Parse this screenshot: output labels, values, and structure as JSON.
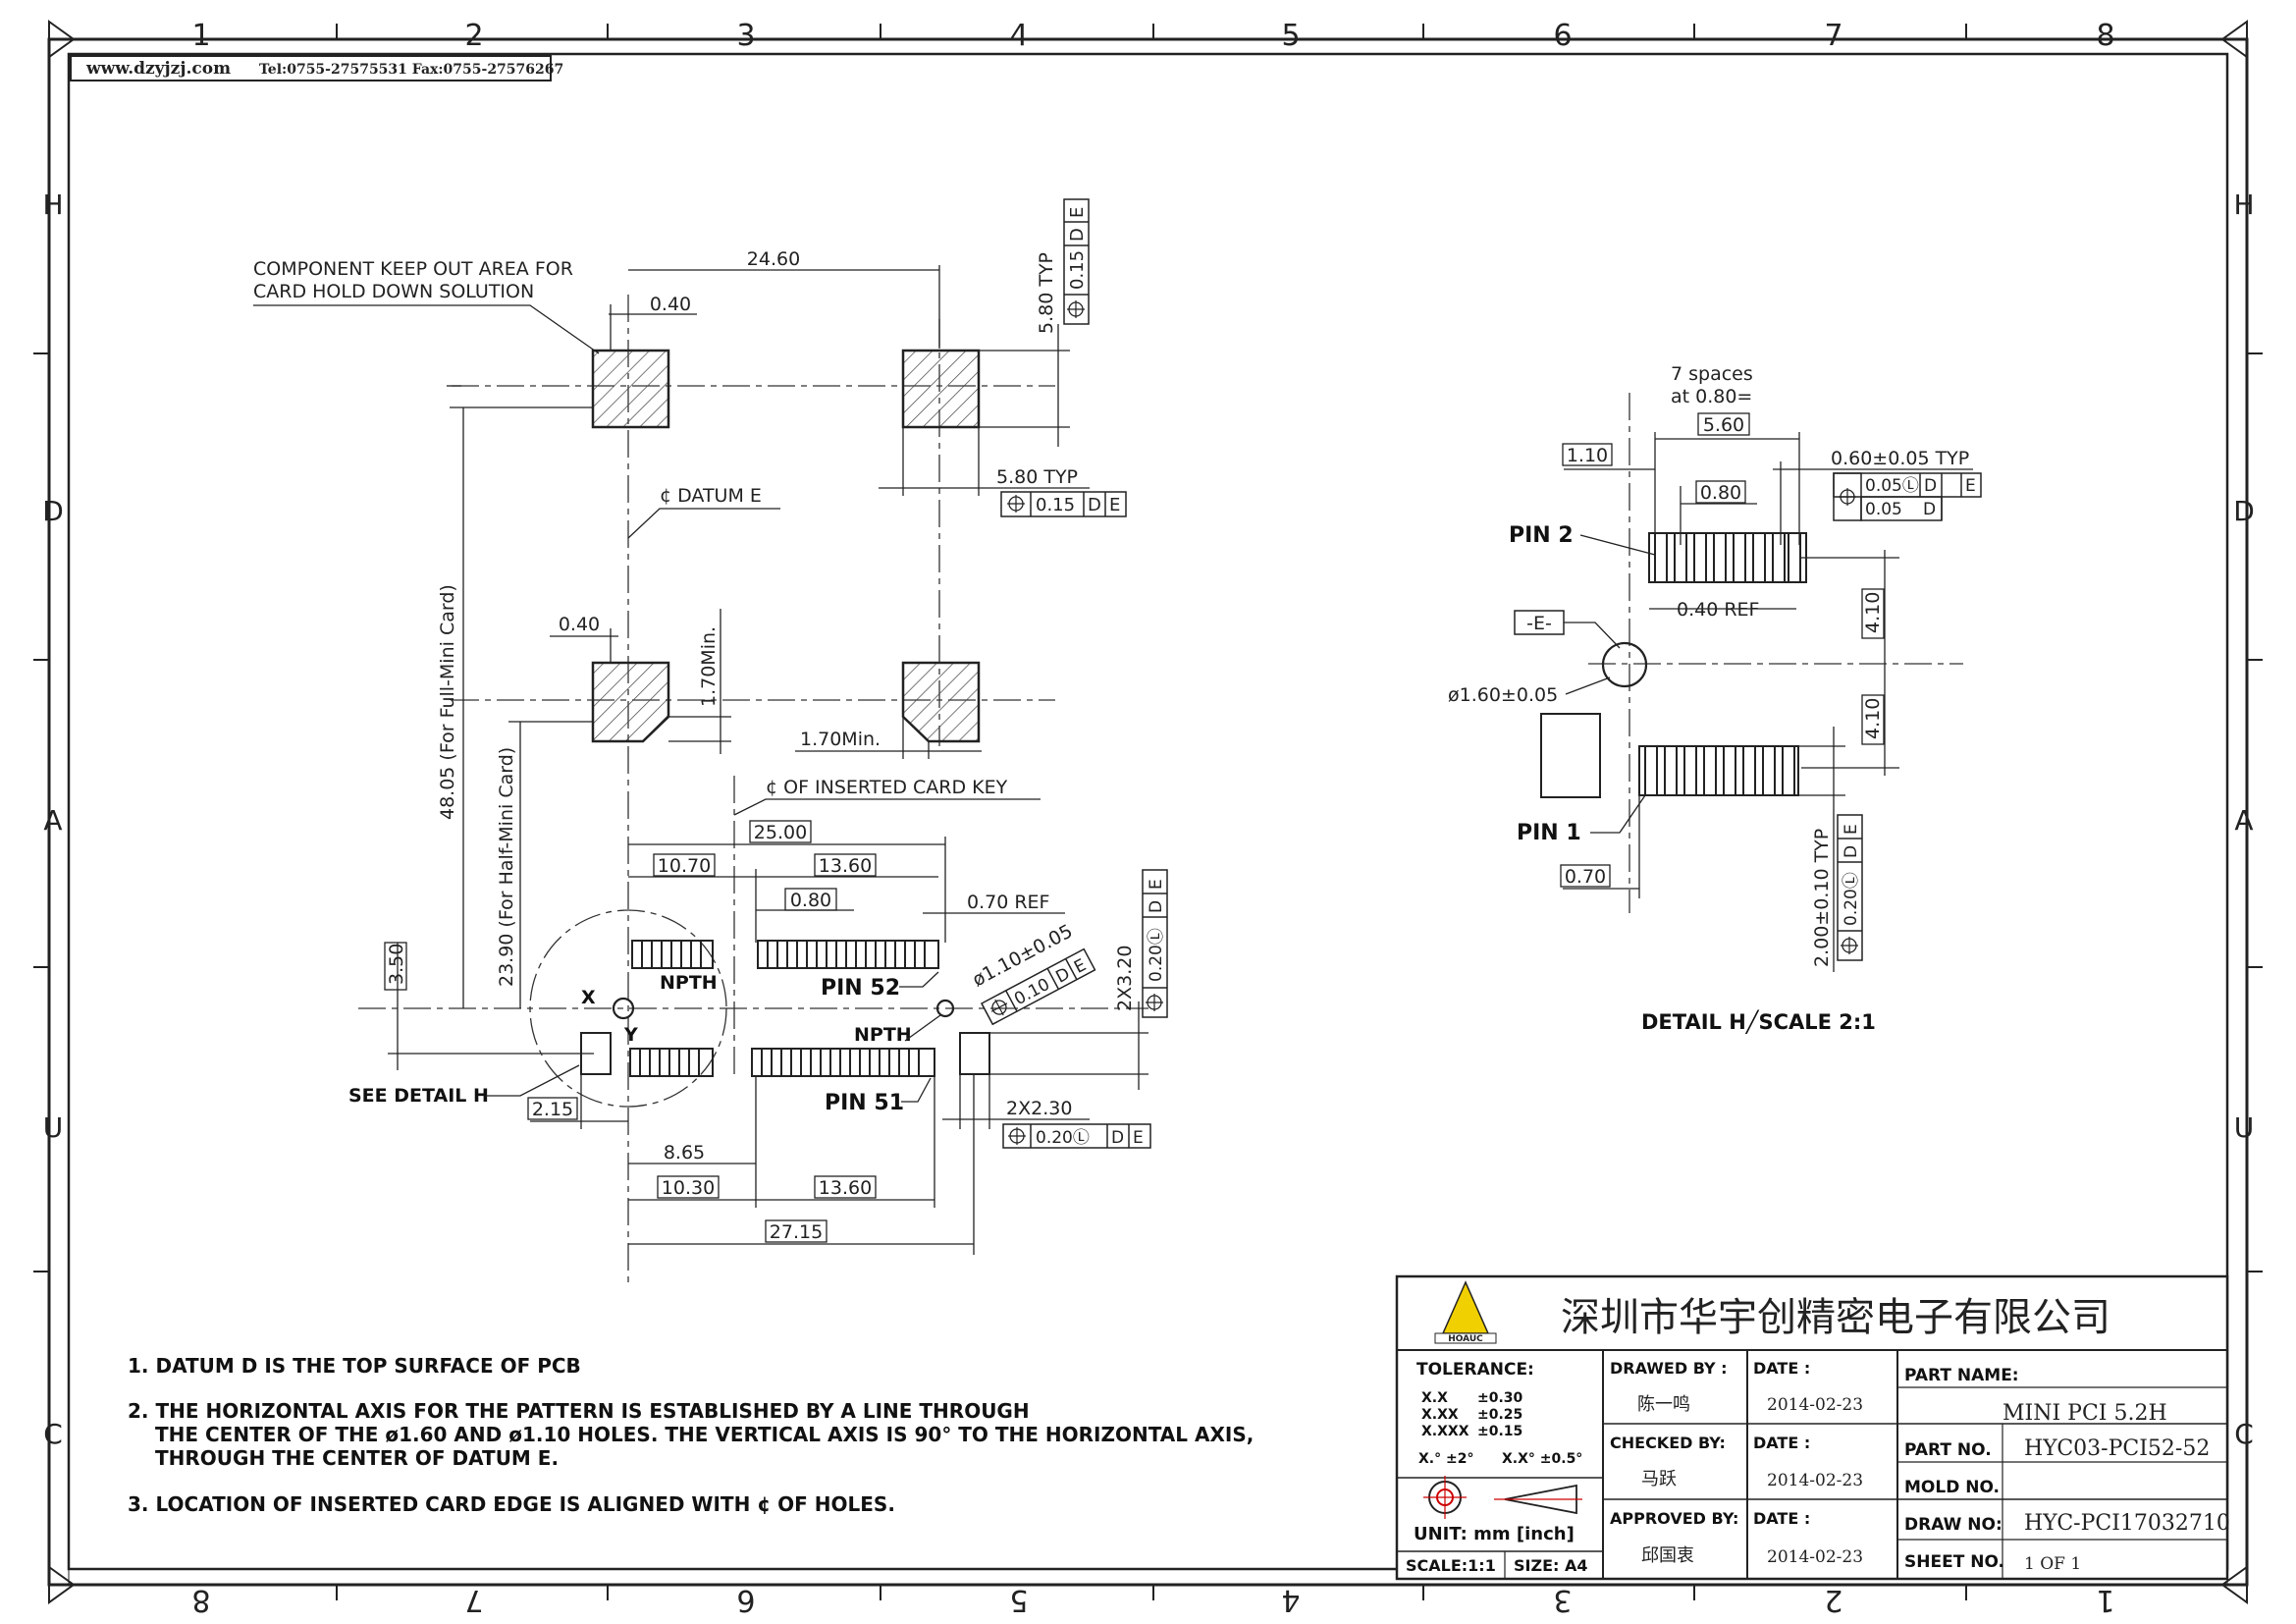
{
  "header": {
    "website": "www.dzyjzj.com",
    "contact": "Tel:0755-27575531 Fax:0755-27576267"
  },
  "border": {
    "cols_top": [
      "1",
      "2",
      "3",
      "4",
      "5",
      "6",
      "7",
      "8"
    ],
    "cols_bottom": [
      "8",
      "7",
      "6",
      "5",
      "4",
      "3",
      "2",
      "1"
    ],
    "rows_left": [
      "H",
      "D",
      "A",
      "U",
      "C"
    ],
    "rows_right": [
      "H",
      "D",
      "A",
      "U",
      "C"
    ]
  },
  "main": {
    "keepout_note": [
      "COMPONENT KEEP OUT AREA FOR",
      "CARD HOLD DOWN SOLUTION"
    ],
    "dim_24_60": "24.60",
    "dim_0_40_top": "0.40",
    "dim_5_80_typ_v": "5.80 TYP",
    "tol_v_value": "0.15",
    "tol_v_refs": [
      "D",
      "E"
    ],
    "dim_5_80_typ_h": "5.80 TYP",
    "tol_h_value": "0.15",
    "tol_h_refs": [
      "D",
      "E"
    ],
    "datum_e": "¢ DATUM E",
    "dim_48_05": "48.05 (For Full-Mini Card)",
    "dim_0_40_mid": "0.40",
    "dim_1_70_min_v": "1.70Min.",
    "dim_1_70_min_h": "1.70Min.",
    "dim_23_90": "23.90 (For Half-Mini Card)",
    "card_key": "¢ OF INSERTED CARD KEY",
    "dim_25_00": "25.00",
    "dim_10_70": "10.70",
    "dim_13_60_top": "13.60",
    "dim_0_80": "0.80",
    "dim_0_70_ref": "0.70 REF",
    "dim_3_50": "3.50",
    "npth_top": "NPTH",
    "pin_52": "PIN 52",
    "hole_1_10": "ø1.10±0.05",
    "tol_hole_value": "0.10",
    "tol_hole_refs": [
      "D",
      "E"
    ],
    "dim_2x3_20": "2X3.20",
    "tol_2x3_value": "0.20Ⓛ",
    "tol_2x3_refs": [
      "D",
      "E"
    ],
    "axis_x": "X",
    "axis_y": "Y",
    "npth_bottom": "NPTH",
    "see_detail": "SEE DETAIL H",
    "dim_2_15": "2.15",
    "pin_51": "PIN 51",
    "dim_2x2_30": "2X2.30",
    "tol_2x2_value": "0.20Ⓛ",
    "tol_2x2_refs": [
      "D",
      "E"
    ],
    "dim_8_65": "8.65",
    "dim_10_30": "10.30",
    "dim_13_60_bottom": "13.60",
    "dim_27_15": "27.15"
  },
  "detail": {
    "spaces": [
      "7 spaces",
      "at 0.80="
    ],
    "dim_5_60": "5.60",
    "dim_1_10": "1.10",
    "dim_0_80": "0.80",
    "dim_0_60_typ": "0.60±0.05 TYP",
    "tol1_value": "0.05Ⓛ",
    "tol1_refs": [
      "D",
      "E"
    ],
    "tol2_value": "0.05",
    "tol2_refs": [
      "D"
    ],
    "pin_2": "PIN 2",
    "dim_0_40_ref": "0.40 REF",
    "datum_label": "-E-",
    "dim_4_10_top": "4.10",
    "dim_4_10_bottom": "4.10",
    "hole_1_60": "ø1.60±0.05",
    "pin_1": "PIN 1",
    "dim_0_70": "0.70",
    "dim_2_00_typ": "2.00±0.10 TYP",
    "tol3_value": "0.20Ⓛ",
    "tol3_refs": [
      "D",
      "E"
    ],
    "caption": "DETAIL H╱SCALE 2:1"
  },
  "notes": [
    "1. DATUM D IS THE TOP SURFACE OF PCB",
    "2. THE HORIZONTAL AXIS FOR THE PATTERN IS ESTABLISHED BY A LINE THROUGH",
    "THE CENTER OF THE ø1.60 AND ø1.10 HOLES. THE VERTICAL AXIS IS 90° TO THE HORIZONTAL AXIS,",
    "THROUGH THE CENTER OF DATUM E.",
    "3. LOCATION OF INSERTED CARD EDGE IS ALIGNED WITH ¢ OF HOLES."
  ],
  "title_block": {
    "company": "深圳市华宇创精密电子有限公司",
    "logo_text": "HOAUC",
    "tolerance_label": "TOLERANCE:",
    "tol_rows": [
      {
        "fmt": "X.X",
        "val": "±0.30"
      },
      {
        "fmt": "X.XX",
        "val": "±0.25"
      },
      {
        "fmt": "X.XXX",
        "val": "±0.15"
      }
    ],
    "tol_angle_a": "X.° ±2°",
    "tol_angle_b": "X.X° ±0.5°",
    "unit": "UNIT:  mm [inch]",
    "scale": "SCALE:1:1",
    "size": "SIZE: A4",
    "drawn_by_label": "DRAWED BY :",
    "drawn_by": "陈一鸣",
    "checked_by_label": "CHECKED BY:",
    "checked_by": "马跃",
    "approved_by_label": "APPROVED BY:",
    "approved_by": "邱国衷",
    "date_label": "DATE :",
    "date1": "2014-02-23",
    "date2": "2014-02-23",
    "date3": "2014-02-23",
    "part_name_label": "PART NAME:",
    "part_name": "MINI PCI 5.2H",
    "part_no_label": "PART NO.",
    "part_no": "HYC03-PCI52-52",
    "mold_no_label": "MOLD NO.",
    "mold_no": "",
    "draw_no_label": "DRAW NO:",
    "draw_no": "HYC-PCI17032710",
    "sheet_no_label": "SHEET NO.",
    "sheet_no": "1 OF 1"
  }
}
